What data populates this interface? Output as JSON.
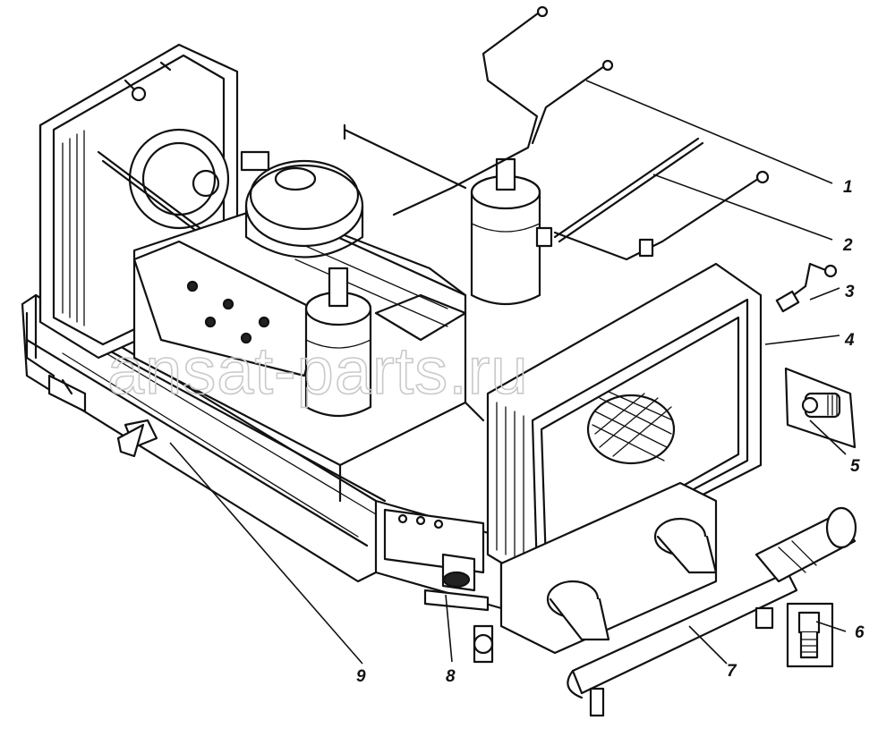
{
  "watermark": "ansat-parts.ru",
  "callouts": [
    {
      "label": "1"
    },
    {
      "label": "2"
    },
    {
      "label": "3"
    },
    {
      "label": "4"
    },
    {
      "label": "5"
    },
    {
      "label": "6"
    },
    {
      "label": "7"
    },
    {
      "label": "8"
    },
    {
      "label": "9"
    }
  ]
}
